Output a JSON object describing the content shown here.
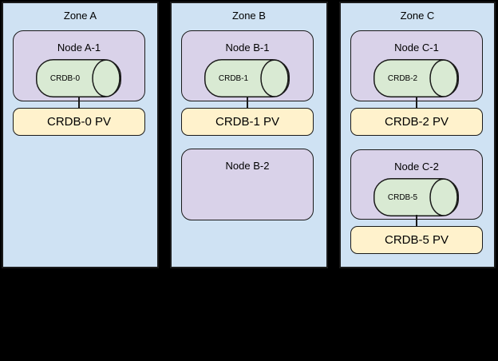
{
  "colors": {
    "canvas_bg": "#000000",
    "zone_fill": "#cfe2f3",
    "node_fill": "#d9d2e9",
    "cylinder_fill": "#d9ead3",
    "pv_fill": "#fff2cc",
    "zone_border": "#1a1a1a",
    "shape_border": "#1a1a1a"
  },
  "zones": [
    {
      "label": "Zone A",
      "nodes": [
        {
          "label": "Node A-1",
          "cylinder": "CRDB-0",
          "pv": "CRDB-0 PV"
        }
      ]
    },
    {
      "label": "Zone B",
      "nodes": [
        {
          "label": "Node B-1",
          "cylinder": "CRDB-1",
          "pv": "CRDB-1 PV"
        },
        {
          "label": "Node B-2"
        }
      ]
    },
    {
      "label": "Zone C",
      "nodes": [
        {
          "label": "Node C-1",
          "cylinder": "CRDB-2",
          "pv": "CRDB-2 PV"
        },
        {
          "label": "Node C-2",
          "cylinder": "CRDB-5",
          "pv": "CRDB-5 PV"
        }
      ]
    }
  ]
}
